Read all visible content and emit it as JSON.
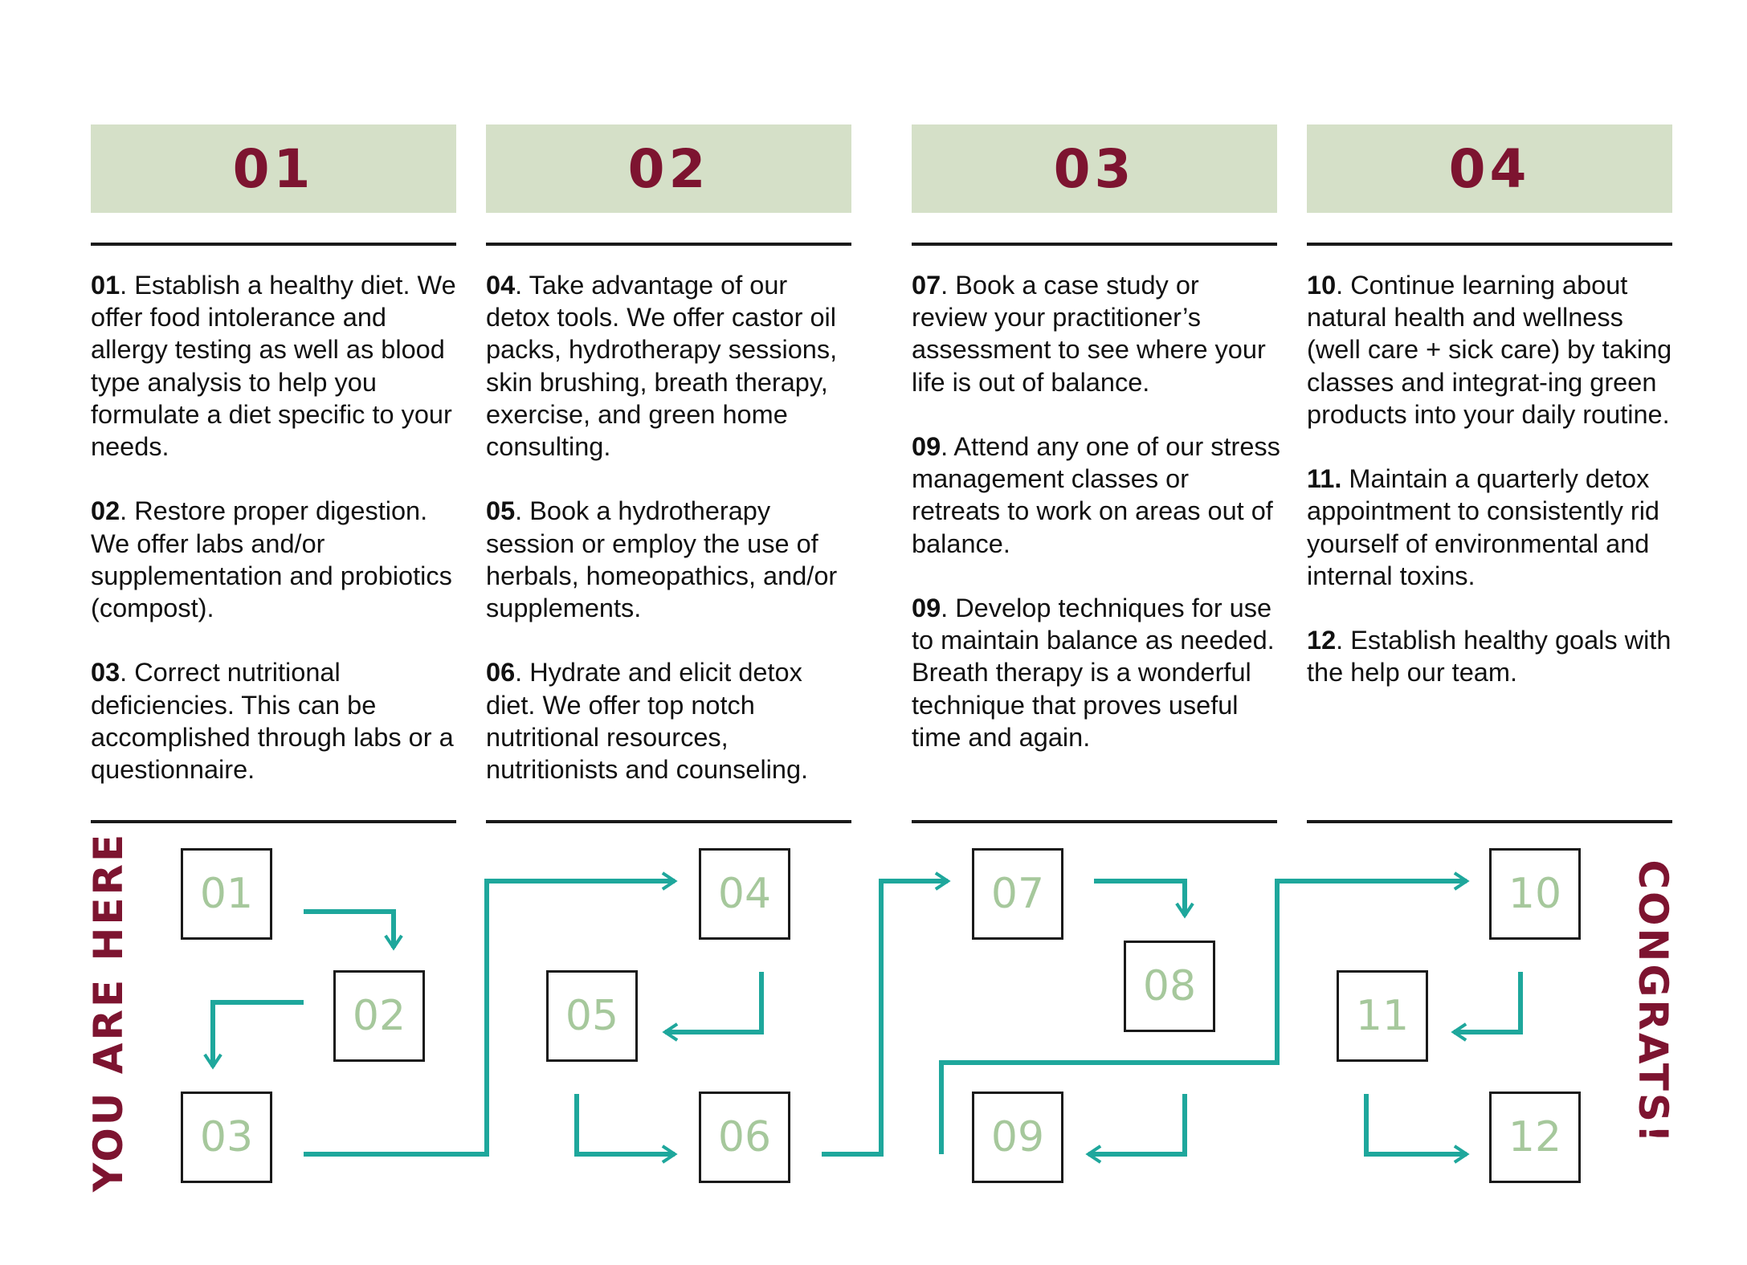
{
  "colors": {
    "header_bg": "#d5e0c8",
    "header_text": "#7d1430",
    "box_number": "#a6c89c",
    "arrow": "#1ea79c",
    "label": "#7d1430"
  },
  "phases": [
    {
      "number": "01",
      "steps": [
        {
          "num": "01",
          "text": ". Establish a healthy diet. We offer food intolerance and allergy testing as well as blood type analysis to help you formulate a diet specific to your needs."
        },
        {
          "num": "02",
          "text": ". Restore proper digestion. We offer labs and/or supplementation and probiotics (compost)."
        },
        {
          "num": "03",
          "text": ". Correct nutritional deficiencies. This can be accomplished through labs or a questionnaire."
        }
      ]
    },
    {
      "number": "02",
      "steps": [
        {
          "num": "04",
          "text": ". Take advantage of our detox tools. We offer castor oil packs, hydrotherapy sessions, skin brushing, breath therapy, exercise, and green home consulting."
        },
        {
          "num": "05",
          "text": ". Book a hydrotherapy session or employ the use of herbals, homeopathics, and/or supplements."
        },
        {
          "num": "06",
          "text": ". Hydrate and elicit detox diet. We offer top notch nutritional resources, nutritionists and counseling."
        }
      ]
    },
    {
      "number": "03",
      "steps": [
        {
          "num": "07",
          "text": ". Book a case study or review your practitioner’s assessment to see where your life is out of balance."
        },
        {
          "num": "09",
          "text": ". Attend any one of our stress management classes or retreats to work on areas out of balance."
        },
        {
          "num": "09",
          "text": ". Develop techniques for use to maintain balance as needed. Breath therapy is a wonderful technique that proves useful time and again."
        }
      ]
    },
    {
      "number": "04",
      "steps": [
        {
          "num": "10",
          "text": ". Continue learning about natural health and wellness (well care + sick care) by taking classes and integrat-ing green products into your daily routine."
        },
        {
          "num": "11.",
          "text": " Maintain a quarterly detox appointment to consistently rid yourself of environmental and internal toxins."
        },
        {
          "num": "12",
          "text": ". Establish healthy goals with the help our team."
        }
      ]
    }
  ],
  "flow_boxes": [
    "01",
    "02",
    "03",
    "04",
    "05",
    "06",
    "07",
    "08",
    "09",
    "10",
    "11",
    "12"
  ],
  "labels": {
    "start": "YOU ARE HERE",
    "end": "CONGRATS!"
  }
}
